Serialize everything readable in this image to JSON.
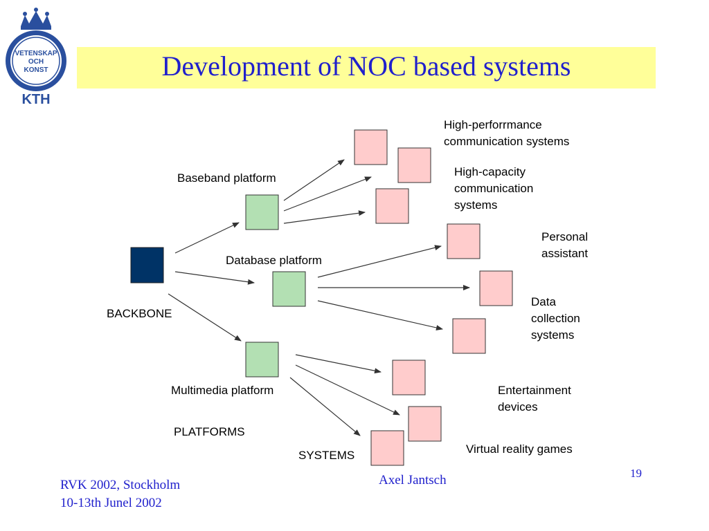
{
  "title": "Development of NOC based systems",
  "logo": {
    "text_lines": [
      "VETENSKAP",
      "OCH",
      "KONST"
    ],
    "wordmark": "KTH"
  },
  "colors": {
    "backbone": "#003366",
    "platform": "#b3e0b3",
    "system": "#ffcccc",
    "title_bg": "#ffff99",
    "title_text": "#2020cc"
  },
  "labels": {
    "backbone": "BACKBONE",
    "baseband": "Baseband platform",
    "database": "Database platform",
    "multimedia": "Multimedia platform",
    "platforms": "PLATFORMS",
    "systems": "SYSTEMS",
    "high_perf_1": "High-perforrmance",
    "high_perf_2": "communication systems",
    "high_cap_1": "High-capacity",
    "high_cap_2": "communication",
    "high_cap_3": "systems",
    "personal_1": "Personal",
    "personal_2": "assistant",
    "data_coll_1": "Data",
    "data_coll_2": "collection",
    "data_coll_3": "systems",
    "entertain_1": "Entertainment",
    "entertain_2": "devices",
    "vr_games": "Virtual reality games"
  },
  "footer": {
    "line1": "RVK 2002, Stockholm",
    "line2": "10-13th Junel 2002",
    "author": "Axel Jantsch",
    "page": "19"
  }
}
